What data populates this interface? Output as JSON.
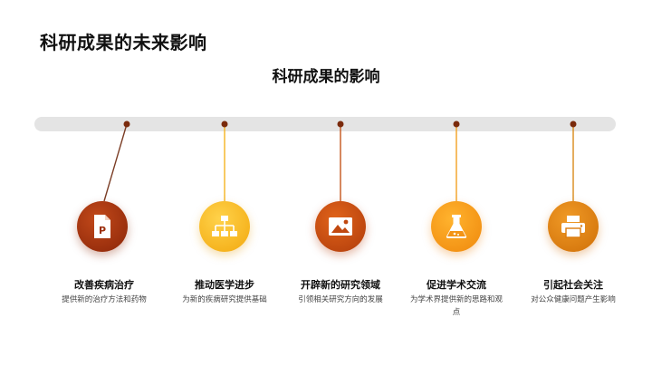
{
  "slide": {
    "title": "科研成果的未来影响",
    "subtitle": "科研成果的影响"
  },
  "items": [
    {
      "title": "改善疾病治疗",
      "desc": "提供新的治疗方法和药物",
      "icon": "document-icon",
      "color": "#9c2f0c"
    },
    {
      "title": "推动医学进步",
      "desc": "为新的疾病研究提供基础",
      "icon": "flowchart-icon",
      "color": "#f6b21c"
    },
    {
      "title": "开辟新的研究领域",
      "desc": "引领相关研究方向的发展",
      "icon": "image-icon",
      "color": "#c1480f"
    },
    {
      "title": "促进学术交流",
      "desc": "为学术界提供新的思路和观点",
      "icon": "flask-icon",
      "color": "#f39416"
    },
    {
      "title": "引起社会关注",
      "desc": "对公众健康问题产生影响",
      "icon": "printer-icon",
      "color": "#dc7a0c"
    }
  ],
  "colors": {
    "dot": "#7a2a0c",
    "line1": "#7a3c24",
    "line2": "#f4b320",
    "line3": "#c5561b",
    "line4": "#f2a121",
    "line5": "#d88a19"
  }
}
